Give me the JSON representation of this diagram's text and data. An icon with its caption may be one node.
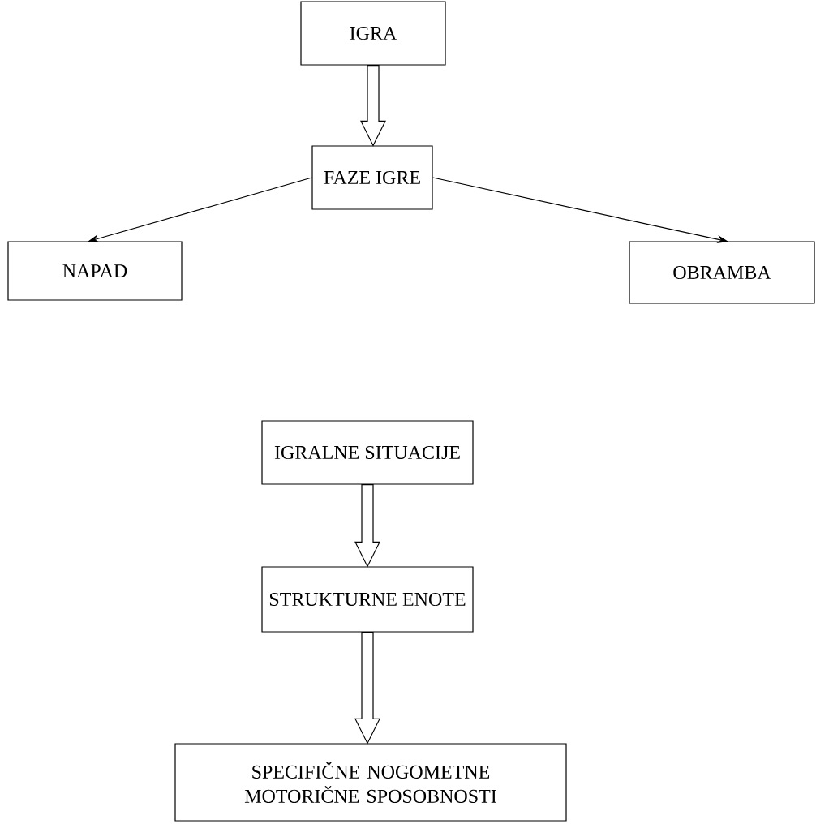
{
  "diagram": {
    "nodes": [
      {
        "text": [
          "IGRA"
        ]
      },
      {
        "text": [
          "FAZE IGRE"
        ]
      },
      {
        "text": [
          "NAPAD"
        ]
      },
      {
        "text": [
          "OBRAMBA"
        ]
      },
      {
        "text": [
          "IGRALNE SITUACIJE"
        ]
      },
      {
        "text": [
          "STRUKTURNE ENOTE"
        ]
      },
      {
        "text": [
          "SPECIFIČNE NOGOMETNE MOTORIČNE SPOSOBNOSTI"
        ]
      }
    ],
    "edges": [
      {
        "from": 0,
        "to": 1,
        "arrow": "to",
        "style": "thick"
      },
      {
        "from": 1,
        "to": 2,
        "arrow": "to"
      },
      {
        "from": 1,
        "to": 3,
        "arrow": "to"
      },
      {
        "from": 4,
        "to": 5,
        "arrow": "to",
        "style": "thick"
      },
      {
        "from": 5,
        "to": 6,
        "arrow": "to",
        "style": "thick"
      }
    ]
  }
}
